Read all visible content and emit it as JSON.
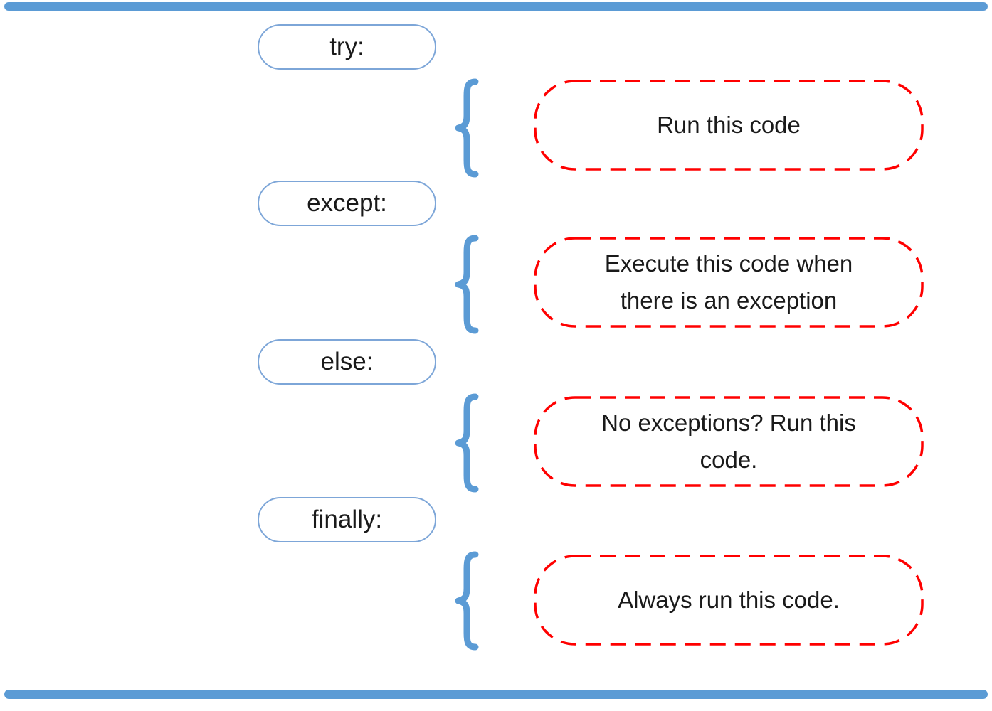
{
  "colors": {
    "accent_blue": "#5B9BD5",
    "outline_blue": "#7DA6D8",
    "dashed_red": "#FF0000",
    "text_black": "#1A1A1A"
  },
  "diagram": {
    "rows": [
      {
        "keyword": "try:",
        "description": "Run this code"
      },
      {
        "keyword": "except:",
        "description": "Execute this code when there is an exception"
      },
      {
        "keyword": "else:",
        "description": "No exceptions? Run this code."
      },
      {
        "keyword": "finally:",
        "description": "Always run this code."
      }
    ]
  }
}
